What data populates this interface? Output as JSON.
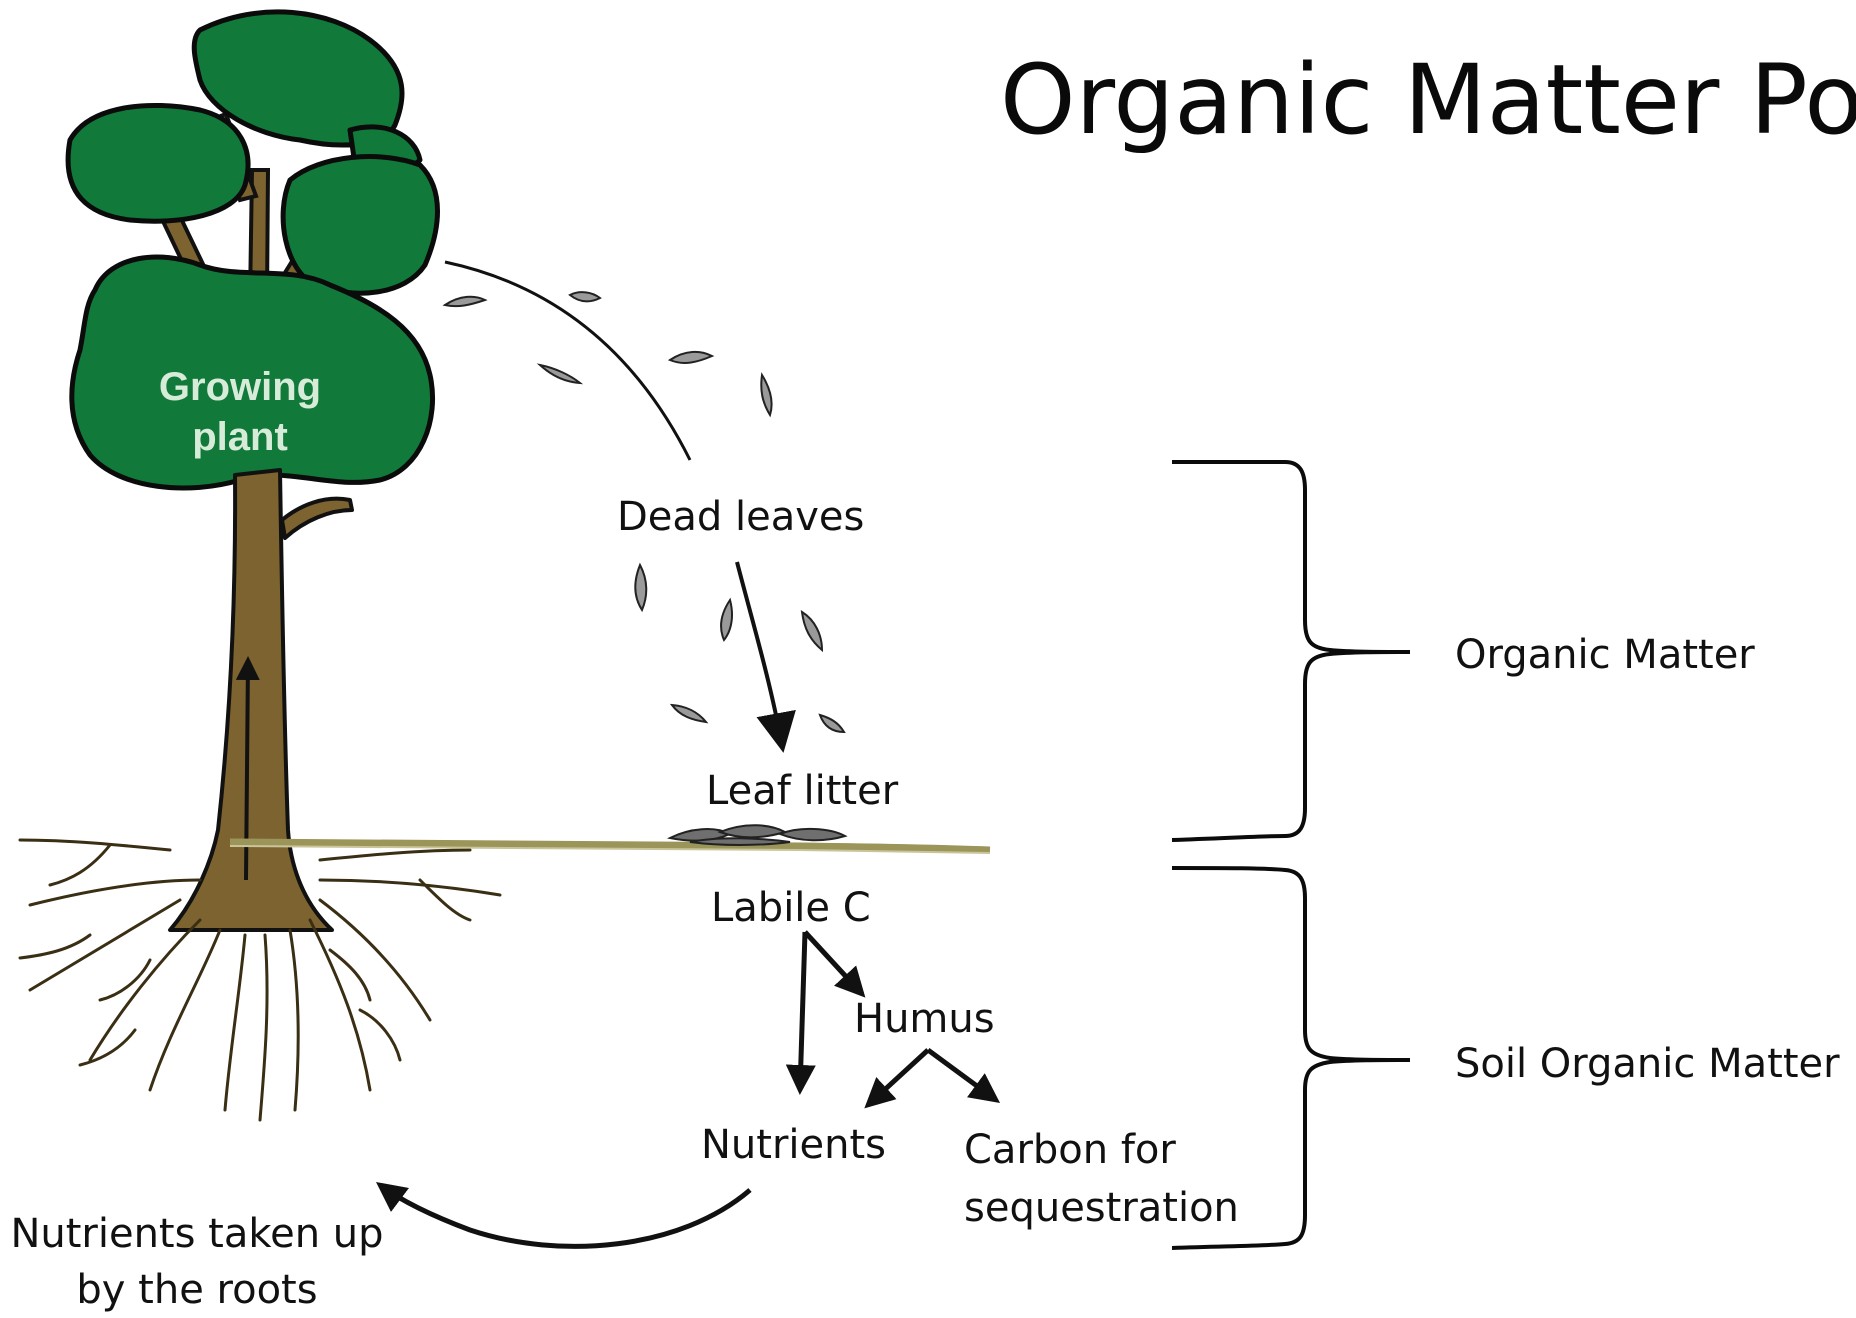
{
  "title": "Organic Matter Poo",
  "plant_label_line1": "Growing",
  "plant_label_line2": "plant",
  "labels": {
    "dead_leaves": "Dead leaves",
    "leaf_litter": "Leaf litter",
    "labile_c": "Labile C",
    "humus": "Humus",
    "nutrients": "Nutrients",
    "carbon_line1": "Carbon for",
    "carbon_line2": "sequestration",
    "roots_line1": "Nutrients taken up",
    "roots_line2": "by the roots"
  },
  "brackets": {
    "organic_matter": "Organic Matter",
    "soil_organic_matter": "Soil Organic Matter"
  },
  "colors": {
    "canopy": "#117a3a",
    "trunk": "#7c6330",
    "ground": "#9b955a",
    "leaf": "#8c8c8c"
  }
}
